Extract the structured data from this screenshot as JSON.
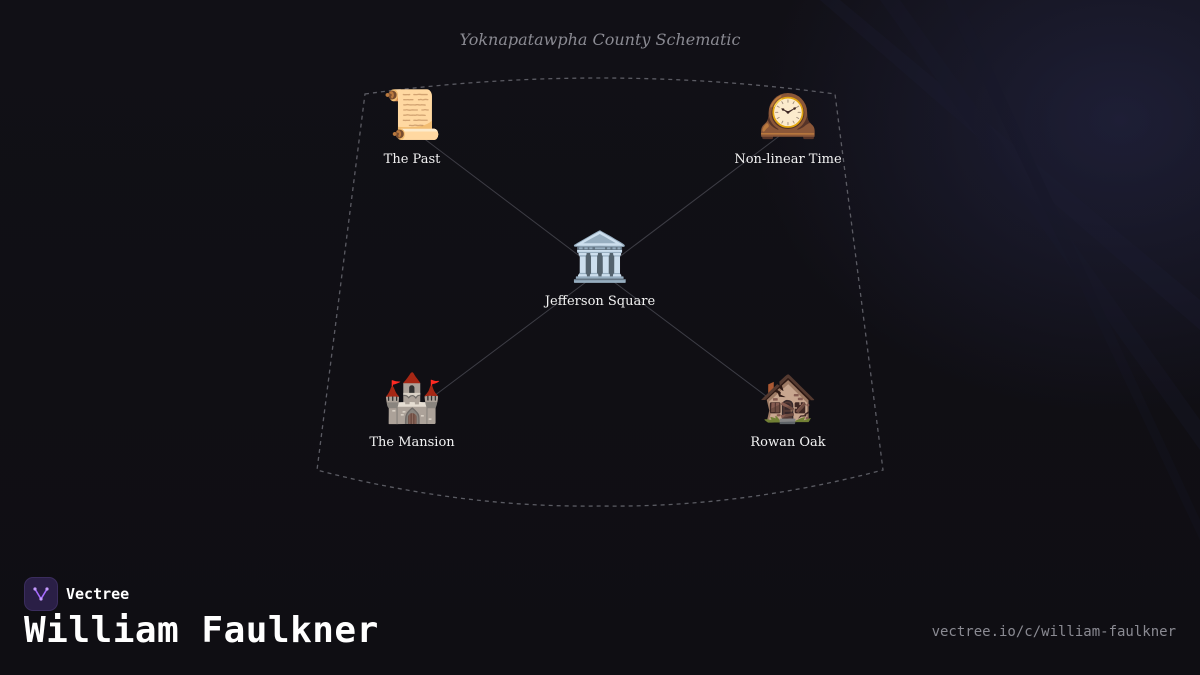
{
  "schematic": {
    "title": "Yoknapatawpha County Schematic"
  },
  "nodes": [
    {
      "id": "past",
      "label": "The Past",
      "icon": "scroll-icon",
      "glyph": "📜"
    },
    {
      "id": "time",
      "label": "Non-linear Time",
      "icon": "mantelpiece-clock-icon",
      "glyph": "🕰️"
    },
    {
      "id": "center",
      "label": "Jefferson Square",
      "icon": "classical-building-icon",
      "glyph": "🏛️"
    },
    {
      "id": "mansion",
      "label": "The Mansion",
      "icon": "castle-icon",
      "glyph": "🏰"
    },
    {
      "id": "rowan",
      "label": "Rowan Oak",
      "icon": "derelict-house-icon",
      "glyph": "🏚️"
    }
  ],
  "edges": [
    {
      "from": "center",
      "to": "past"
    },
    {
      "from": "center",
      "to": "time"
    },
    {
      "from": "center",
      "to": "mansion"
    },
    {
      "from": "center",
      "to": "rowan"
    }
  ],
  "brand": {
    "name": "Vectree",
    "accent": "#a66bff"
  },
  "page": {
    "title": "William Faulkner",
    "url": "vectree.io/c/william-faulkner"
  }
}
